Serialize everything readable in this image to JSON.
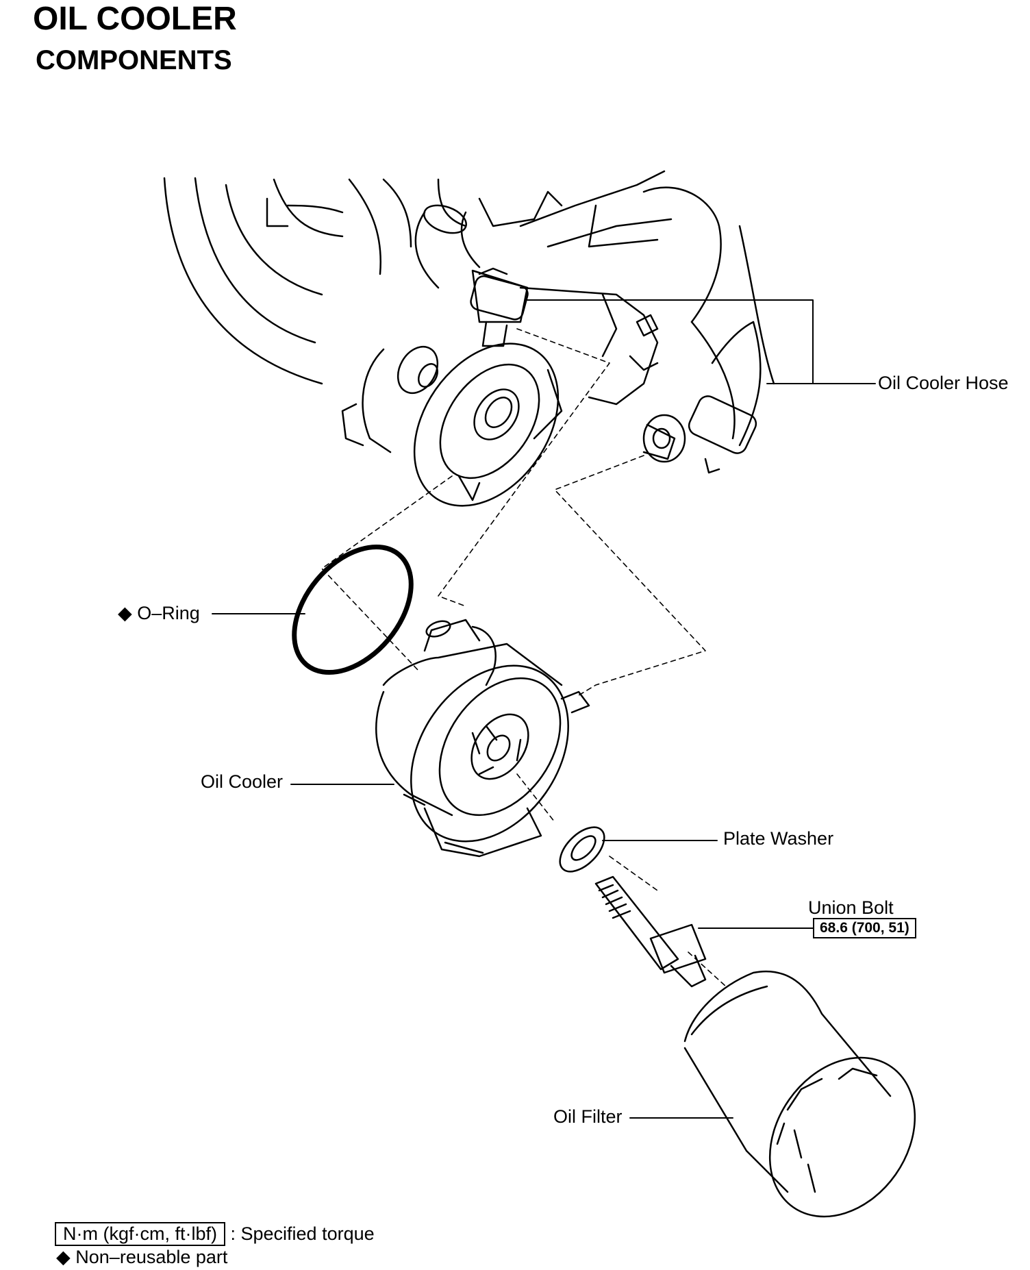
{
  "title": "OIL COOLER",
  "subtitle": "COMPONENTS",
  "labels": {
    "oil_cooler_hose": "Oil Cooler Hose",
    "o_ring": "O–Ring",
    "oil_cooler": "Oil Cooler",
    "plate_washer": "Plate Washer",
    "union_bolt": "Union Bolt",
    "union_bolt_torque": "68.6 (700, 51)",
    "oil_filter": "Oil Filter"
  },
  "symbols": {
    "non_reusable": "◆"
  },
  "legend": {
    "torque_unit": "N·m (kgf·cm, ft·lbf)",
    "torque_desc": ": Specified torque",
    "non_reusable_symbol": "◆",
    "non_reusable_desc": "Non–reusable part"
  }
}
